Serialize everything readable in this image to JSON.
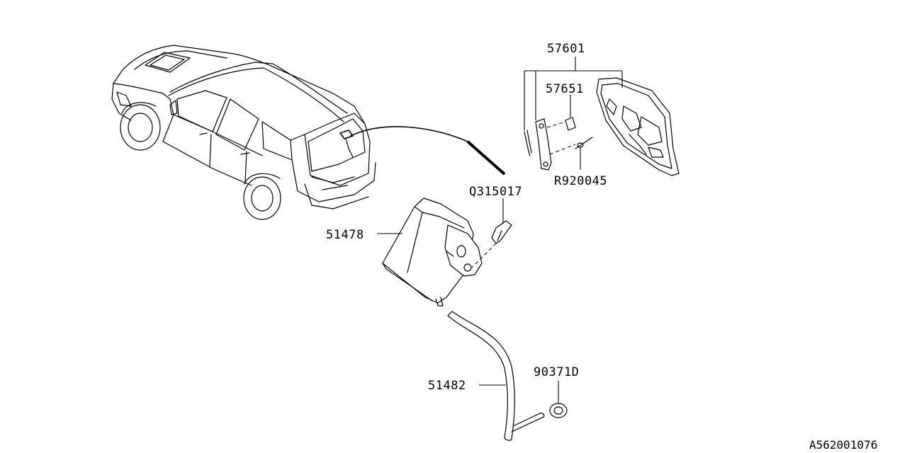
{
  "diagram": {
    "reference_code": "A562001076",
    "parts": [
      {
        "id": "p57601",
        "number": "57601"
      },
      {
        "id": "p57651",
        "number": "57651"
      },
      {
        "id": "pR920045",
        "number": "R920045"
      },
      {
        "id": "pQ315017",
        "number": "Q315017"
      },
      {
        "id": "p51478",
        "number": "51478"
      },
      {
        "id": "p51482",
        "number": "51482"
      },
      {
        "id": "p90371D",
        "number": "90371D"
      }
    ]
  }
}
